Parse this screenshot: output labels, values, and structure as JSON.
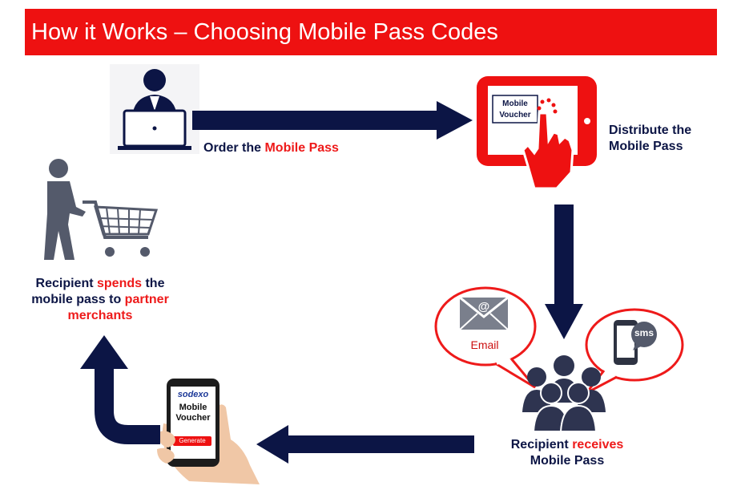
{
  "header": {
    "title": "How it Works – Choosing Mobile Pass Codes"
  },
  "steps": {
    "order": {
      "prefix": "Order the ",
      "highlight": "Mobile Pass"
    },
    "distribute": {
      "line1": "Distribute the",
      "line2": "Mobile Pass"
    },
    "receive": {
      "prefix": "Recipient ",
      "highlight": "receives",
      "line2": "Mobile Pass"
    },
    "spend": {
      "l1_prefix": "Recipient ",
      "l1_highlight": "spends",
      "l1_suffix": " the",
      "l2_prefix": "mobile pass to ",
      "l2_highlight": "partner",
      "l3_highlight": "merchants"
    }
  },
  "tablet": {
    "voucher_line1": "Mobile",
    "voucher_line2": "Voucher"
  },
  "bubbles": {
    "email_label": "Email",
    "sms_label": "sms"
  },
  "phone": {
    "brand": "sodexo",
    "line1": "Mobile",
    "line2": "Voucher",
    "button": "Generate"
  },
  "colors": {
    "banner": "#ee1111",
    "navy": "#0c1545",
    "accent_red": "#ee1a1a",
    "icon_gray": "#545a6b"
  },
  "icons": {
    "person": "person-laptop-icon",
    "tablet": "tablet-touch-icon",
    "cart": "shopper-cart-icon",
    "email": "email-icon",
    "sms": "sms-phone-icon",
    "group": "group-people-icon",
    "phone": "hand-phone-icon"
  }
}
